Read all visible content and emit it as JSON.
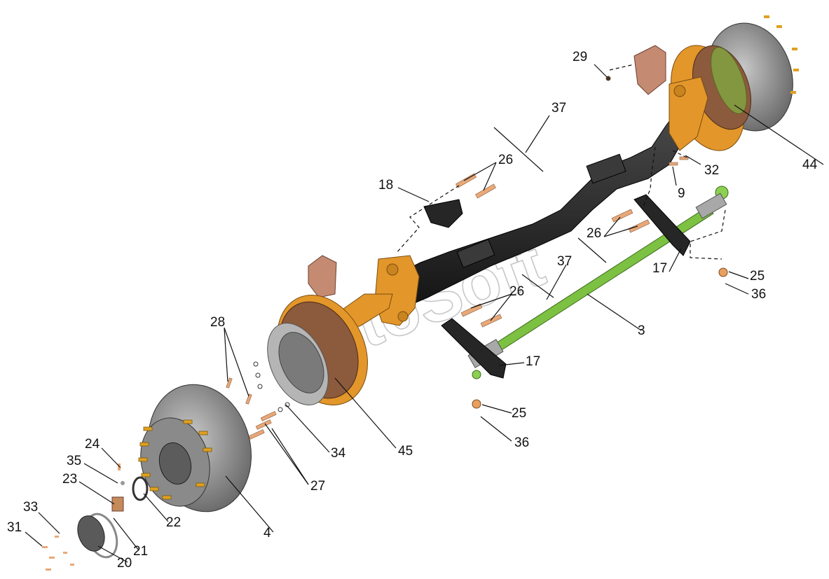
{
  "watermark": "AutoSoft",
  "callouts": {
    "c3": "3",
    "c4": "4",
    "c9": "9",
    "c17a": "17",
    "c17b": "17",
    "c18": "18",
    "c20": "20",
    "c21": "21",
    "c22": "22",
    "c23": "23",
    "c24": "24",
    "c25a": "25",
    "c25b": "25",
    "c26a": "26",
    "c26b": "26",
    "c26c": "26",
    "c27": "27",
    "c28": "28",
    "c29": "29",
    "c31": "31",
    "c32": "32",
    "c33": "33",
    "c34": "34",
    "c35": "35",
    "c36a": "36",
    "c36b": "36",
    "c37a": "37",
    "c37b": "37",
    "c44": "44",
    "c45": "45"
  },
  "colors": {
    "beam": "#262626",
    "knuckle": "#e3962a",
    "brake_lining": "#8c5a3c",
    "drum": "#8e8e8e",
    "tie_rod": "#7cc142",
    "bolt": "#e8a878"
  }
}
